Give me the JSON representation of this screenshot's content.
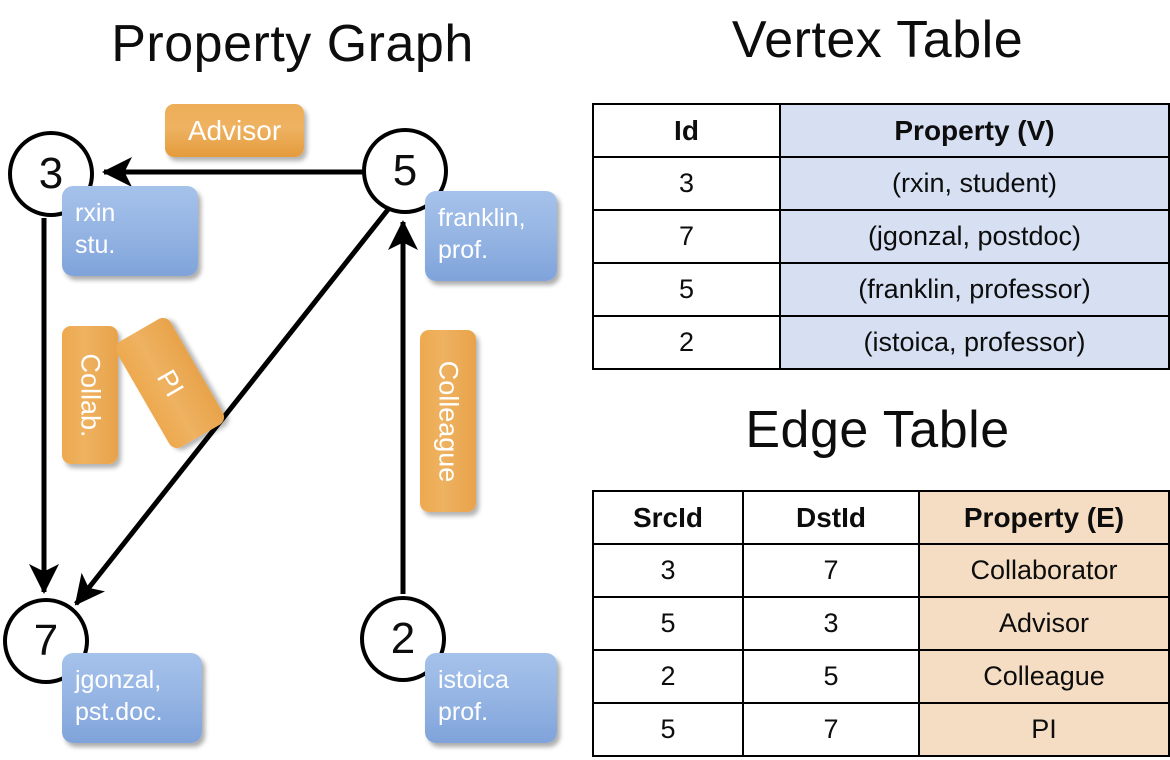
{
  "titles": {
    "property_graph": "Property Graph",
    "vertex_table": "Vertex Table",
    "edge_table": "Edge Table"
  },
  "colors": {
    "vertex_property_fill": "#D6E0F2",
    "edge_property_fill": "#F5DDC3",
    "node_box_blue": "#97B6E4",
    "edge_label_orange": "#EEB261",
    "stroke": "#000000"
  },
  "graph": {
    "nodes": [
      {
        "id": "3",
        "property_line1": "rxin",
        "property_line2": "stu."
      },
      {
        "id": "5",
        "property_line1": "franklin,",
        "property_line2": "prof."
      },
      {
        "id": "7",
        "property_line1": "jgonzal,",
        "property_line2": "pst.doc."
      },
      {
        "id": "2",
        "property_line1": "istoica",
        "property_line2": "prof."
      }
    ],
    "edge_labels": [
      {
        "name": "advisor",
        "text": "Advisor"
      },
      {
        "name": "collab",
        "text": "Collab."
      },
      {
        "name": "pi",
        "text": "PI"
      },
      {
        "name": "colleague",
        "text": "Colleague"
      }
    ]
  },
  "vertex_table": {
    "headers": [
      "Id",
      "Property (V)"
    ],
    "rows": [
      {
        "id": "3",
        "property": "(rxin, student)"
      },
      {
        "id": "7",
        "property": "(jgonzal, postdoc)"
      },
      {
        "id": "5",
        "property": "(franklin, professor)"
      },
      {
        "id": "2",
        "property": "(istoica, professor)"
      }
    ]
  },
  "edge_table": {
    "headers": [
      "SrcId",
      "DstId",
      "Property (E)"
    ],
    "rows": [
      {
        "src": "3",
        "dst": "7",
        "property": "Collaborator"
      },
      {
        "src": "5",
        "dst": "3",
        "property": "Advisor"
      },
      {
        "src": "2",
        "dst": "5",
        "property": "Colleague"
      },
      {
        "src": "5",
        "dst": "7",
        "property": "PI"
      }
    ]
  }
}
